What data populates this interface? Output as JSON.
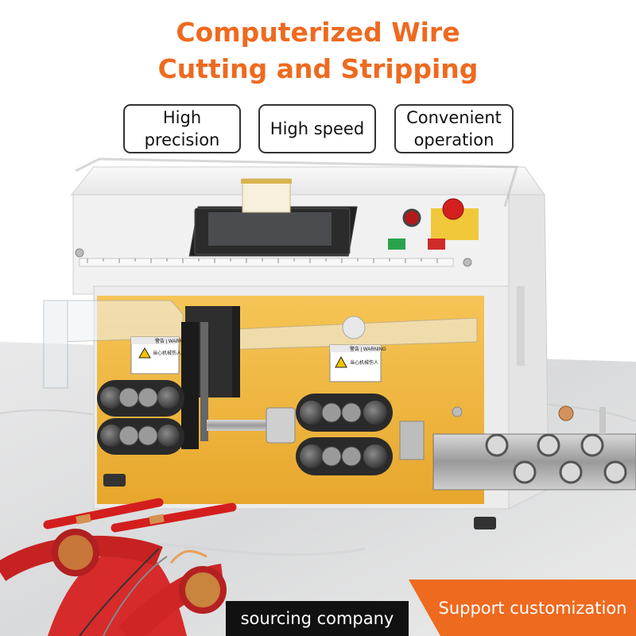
{
  "title": {
    "line1": "Computerized Wire",
    "line2": "Cutting and Stripping"
  },
  "badges": [
    {
      "line1": "High",
      "line2": "precision"
    },
    {
      "line1": "High speed",
      "line2": ""
    },
    {
      "line1": "Convenient",
      "line2": "operation"
    }
  ],
  "warning_labels": [
    {
      "header": "警告 | WARNING",
      "text": "当心机械伤人"
    },
    {
      "header": "警告 | WARNING",
      "text": "当心机械伤人"
    }
  ],
  "footer": {
    "left_text": "sourcing company",
    "right_text": "Support customization"
  },
  "colors": {
    "accent": "#ee6a1f",
    "machine_panel": "#f0b43a",
    "machine_body": "#f3f3f3"
  }
}
